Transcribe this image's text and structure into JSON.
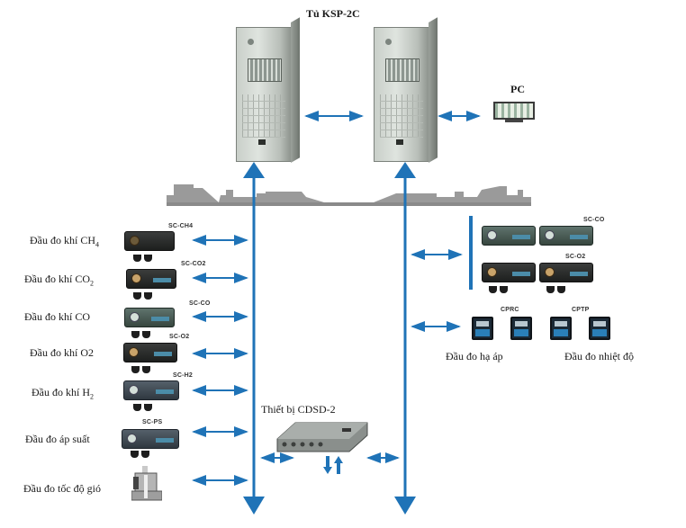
{
  "diagram": {
    "title": "Tủ KSP-2C",
    "pc_label": "PC",
    "hub_label": "Thiết bị CDSD-2",
    "arrow_color": "#1f73b7",
    "left_sensors": [
      {
        "label": "Đầu đo khí CH",
        "sub": "4",
        "code": "SC-CH4"
      },
      {
        "label": "Đầu đo khí CO",
        "sub": "2",
        "code": "SC-CO2"
      },
      {
        "label": "Đầu đo khí CO",
        "sub": "",
        "code": "SC-CO"
      },
      {
        "label": "Đầu đo khí O2",
        "sub": "",
        "code": "SC-O2"
      },
      {
        "label": "Đầu đo khí H",
        "sub": "2",
        "code": "SC-H2"
      },
      {
        "label": "Đầu đo áp suất",
        "sub": "",
        "code": "SC-PS"
      },
      {
        "label": "Đầu đo tốc độ gió",
        "sub": "",
        "code": ""
      }
    ],
    "right_group_codes": {
      "top": "SC-CO",
      "bottom": "SC-O2"
    },
    "right_meters": {
      "codes": [
        "CPRC",
        "CPTP"
      ],
      "labels": [
        "Đầu đo hạ áp",
        "Đầu đo nhiệt độ"
      ]
    }
  }
}
